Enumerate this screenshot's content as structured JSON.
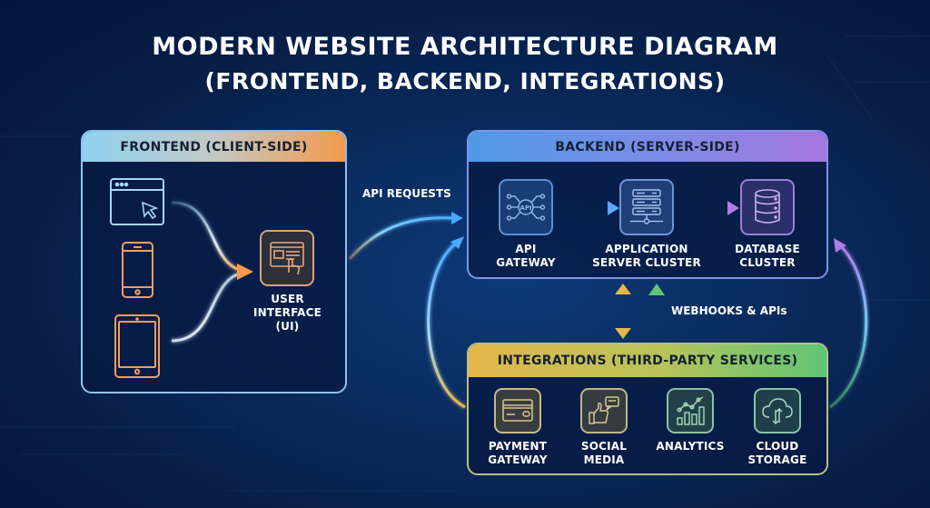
{
  "title": {
    "line1": "MODERN WEBSITE ARCHITECTURE DIAGRAM",
    "line2": "(FRONTEND, BACKEND, INTEGRATIONS)"
  },
  "frontend": {
    "header": "FRONTEND (CLIENT-SIDE)",
    "devices": [
      {
        "icon": "browser-window-cursor-icon",
        "name": "desktop-browser"
      },
      {
        "icon": "smartphone-icon",
        "name": "mobile-phone"
      },
      {
        "icon": "tablet-icon",
        "name": "tablet"
      }
    ],
    "ui": {
      "icon": "ui-touch-icon",
      "label_lines": [
        "USER",
        "INTERFACE",
        "(UI)"
      ]
    }
  },
  "backend": {
    "header": "BACKEND (SERVER-SIDE)",
    "nodes": [
      {
        "icon": "api-hub-icon",
        "label_lines": [
          "API",
          "GATEWAY"
        ]
      },
      {
        "icon": "server-stack-icon",
        "label_lines": [
          "APPLICATION",
          "SERVER CLUSTER"
        ]
      },
      {
        "icon": "database-icon",
        "label_lines": [
          "DATABASE",
          "CLUSTER"
        ]
      }
    ]
  },
  "integrations": {
    "header": "INTEGRATIONS (THIRD-PARTY SERVICES)",
    "services": [
      {
        "icon": "credit-card-icon",
        "label_lines": [
          "PAYMENT",
          "GATEWAY"
        ]
      },
      {
        "icon": "thumbs-up-chat-icon",
        "label_lines": [
          "SOCIAL",
          "MEDIA"
        ]
      },
      {
        "icon": "bar-line-chart-icon",
        "label_lines": [
          "ANALYTICS"
        ]
      },
      {
        "icon": "cloud-upload-icon",
        "label_lines": [
          "CLOUD",
          "STORAGE"
        ]
      }
    ]
  },
  "flows": {
    "api_requests": "API REQUESTS",
    "webhooks": "WEBHOOKS & APIs"
  },
  "colors": {
    "background": "#0a2c60",
    "frontend_accent": "#f59a4c",
    "frontend_cool": "#8fd2f0",
    "backend_blue": "#4f9ae6",
    "backend_purple": "#a576de",
    "integrations_gold": "#e4b74c",
    "integrations_green": "#5fc576"
  }
}
